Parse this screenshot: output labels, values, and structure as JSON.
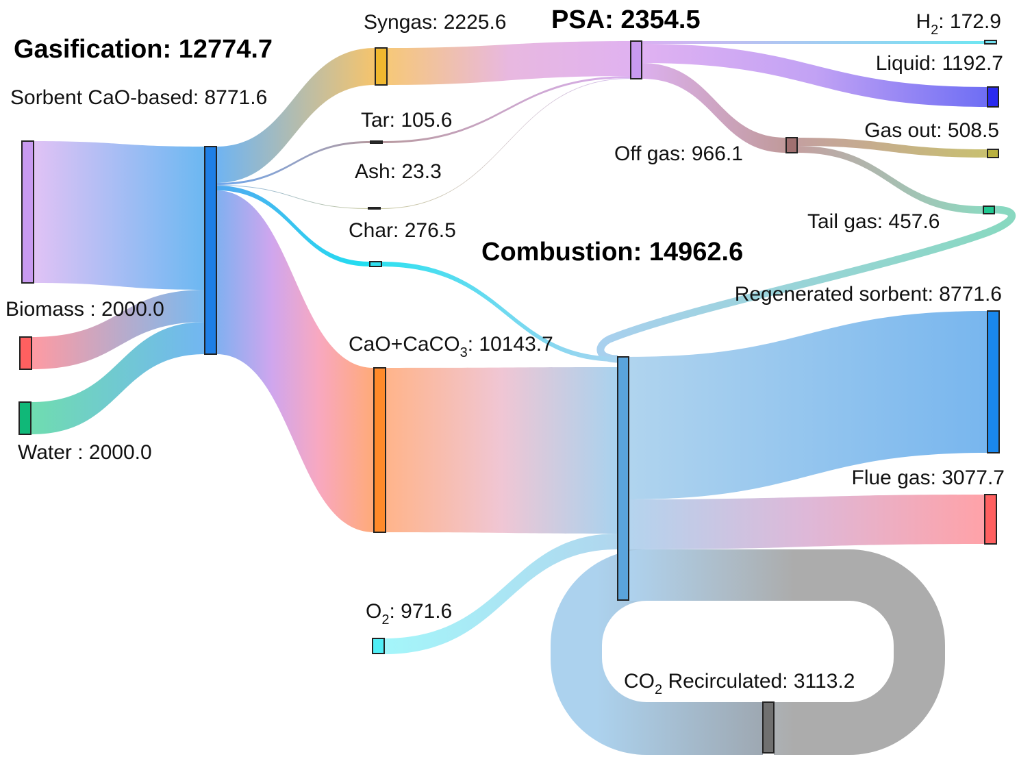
{
  "titles": {
    "gasification": "Gasification: 12774.7",
    "psa": "PSA: 2354.5",
    "combustion": "Combustion: 14962.6"
  },
  "labels": {
    "sorbent": "Sorbent CaO-based: 8771.6",
    "biomass": "Biomass : 2000.0",
    "water": "Water : 2000.0",
    "syngas": "Syngas: 2225.6",
    "tar": "Tar: 105.6",
    "ash": "Ash: 23.3",
    "char": "Char: 276.5",
    "caco3": {
      "pre": "CaO+CaCO",
      "sub": "3",
      "post": ": 10143.7"
    },
    "o2": {
      "pre": "O",
      "sub": "2",
      "post": ": 971.6"
    },
    "h2": {
      "pre": "H",
      "sub": "2",
      "post": ": 172.9"
    },
    "liquid": "Liquid: 1192.7",
    "gasout": "Gas out: 508.5",
    "offgas": "Off gas: 966.1",
    "tailgas": "Tail gas: 457.6",
    "regen": "Regenerated sorbent: 8771.6",
    "flue": "Flue gas: 3077.7",
    "co2": {
      "pre": "CO",
      "sub": "2",
      "post": " Recirculated: 3113.2"
    }
  },
  "chart_data": {
    "type": "sankey",
    "nodes": [
      {
        "id": "sorbent",
        "name": "Sorbent CaO-based",
        "value": 8771.6,
        "color": "#c89af0"
      },
      {
        "id": "biomass",
        "name": "Biomass",
        "value": 2000.0,
        "color": "#ff6060"
      },
      {
        "id": "water",
        "name": "Water",
        "value": 2000.0,
        "color": "#10b878"
      },
      {
        "id": "gasification",
        "name": "Gasification",
        "value": 12774.7,
        "color": "#1e7fe6"
      },
      {
        "id": "syngas",
        "name": "Syngas",
        "value": 2225.6,
        "color": "#f0b830"
      },
      {
        "id": "tar",
        "name": "Tar",
        "value": 105.6,
        "color": "#303030"
      },
      {
        "id": "ash",
        "name": "Ash",
        "value": 23.3,
        "color": "#505050"
      },
      {
        "id": "char",
        "name": "Char",
        "value": 276.5,
        "color": "#30e0f0"
      },
      {
        "id": "caco3",
        "name": "CaO+CaCO3",
        "value": 10143.7,
        "color": "#ff8a2a"
      },
      {
        "id": "o2",
        "name": "O2",
        "value": 971.6,
        "color": "#50eef5"
      },
      {
        "id": "psa",
        "name": "PSA",
        "value": 2354.5,
        "color": "#c89af0"
      },
      {
        "id": "h2",
        "name": "H2",
        "value": 172.9,
        "color": "#70e0f0"
      },
      {
        "id": "liquid",
        "name": "Liquid",
        "value": 1192.7,
        "color": "#2a2af0"
      },
      {
        "id": "offgas_node",
        "name": "Off gas",
        "value": 966.1,
        "color": "#a07070"
      },
      {
        "id": "gasout",
        "name": "Gas out",
        "value": 508.5,
        "color": "#b8b040"
      },
      {
        "id": "tailgas",
        "name": "Tail gas",
        "value": 457.6,
        "color": "#20c890"
      },
      {
        "id": "combustion",
        "name": "Combustion",
        "value": 14962.6,
        "color": "#5aa4dc"
      },
      {
        "id": "regen",
        "name": "Regenerated sorbent",
        "value": 8771.6,
        "color": "#1a88ee"
      },
      {
        "id": "flue",
        "name": "Flue gas",
        "value": 3077.7,
        "color": "#ff6060"
      },
      {
        "id": "co2",
        "name": "CO2 Recirculated",
        "value": 3113.2,
        "color": "#707070"
      }
    ],
    "links": [
      {
        "source": "sorbent",
        "target": "gasification",
        "value": 8771.6
      },
      {
        "source": "biomass",
        "target": "gasification",
        "value": 2000.0
      },
      {
        "source": "water",
        "target": "gasification",
        "value": 2000.0
      },
      {
        "source": "gasification",
        "target": "syngas",
        "value": 2225.6
      },
      {
        "source": "gasification",
        "target": "tar",
        "value": 105.6
      },
      {
        "source": "gasification",
        "target": "ash",
        "value": 23.3
      },
      {
        "source": "gasification",
        "target": "char",
        "value": 276.5
      },
      {
        "source": "gasification",
        "target": "caco3",
        "value": 10143.7
      },
      {
        "source": "syngas",
        "target": "psa",
        "value": 2225.6
      },
      {
        "source": "tar",
        "target": "psa",
        "value": 105.6
      },
      {
        "source": "ash",
        "target": "psa",
        "value": 23.3
      },
      {
        "source": "psa",
        "target": "h2",
        "value": 172.9
      },
      {
        "source": "psa",
        "target": "liquid",
        "value": 1192.7
      },
      {
        "source": "psa",
        "target": "offgas_node",
        "value": 966.1
      },
      {
        "source": "offgas_node",
        "target": "gasout",
        "value": 508.5
      },
      {
        "source": "offgas_node",
        "target": "tailgas",
        "value": 457.6
      },
      {
        "source": "tailgas",
        "target": "combustion",
        "value": 457.6
      },
      {
        "source": "char",
        "target": "combustion",
        "value": 276.5
      },
      {
        "source": "caco3",
        "target": "combustion",
        "value": 10143.7
      },
      {
        "source": "o2",
        "target": "combustion",
        "value": 971.6
      },
      {
        "source": "co2",
        "target": "combustion",
        "value": 3113.2
      },
      {
        "source": "combustion",
        "target": "regen",
        "value": 8771.6
      },
      {
        "source": "combustion",
        "target": "flue",
        "value": 3077.7
      },
      {
        "source": "combustion",
        "target": "co2",
        "value": 3113.2
      }
    ]
  }
}
